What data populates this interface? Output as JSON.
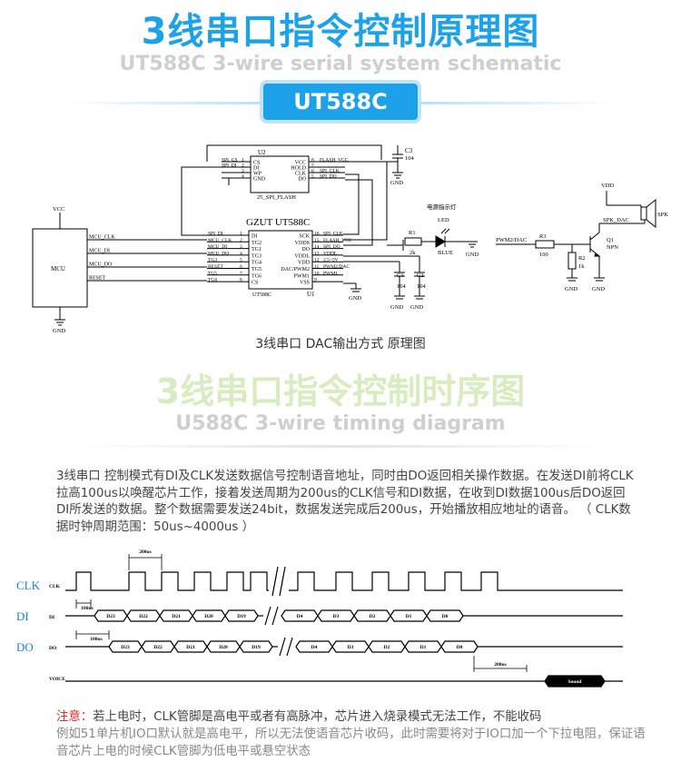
{
  "header": {
    "title": "3线串口指令控制原理图",
    "subtitle": "UT588C 3-wire serial system schematic",
    "chip_badge": "UT588C"
  },
  "schematic": {
    "caption": "3线串口 DAC输出方式 原理图",
    "flash": {
      "ref": "U2",
      "name": "25_SPI_FLASH",
      "left_pins": [
        {
          "num": "1",
          "name": "CS",
          "net": "SPI_CS"
        },
        {
          "num": "2",
          "name": "DI",
          "net": "SPI_DI"
        },
        {
          "num": "3",
          "name": "WP",
          "net": ""
        },
        {
          "num": "4",
          "name": "GND",
          "net": ""
        }
      ],
      "right_pins": [
        {
          "num": "8",
          "name": "VCC",
          "net": "FLASH_VCC"
        },
        {
          "num": "7",
          "name": "HOLD",
          "net": ""
        },
        {
          "num": "6",
          "name": "CLK",
          "net": "SPI_CLK"
        },
        {
          "num": "5",
          "name": "DO",
          "net": "SPI_DO"
        }
      ]
    },
    "main_chip": {
      "ref": "U1",
      "title": "GZUT UT588C",
      "bottom_label": "UT588C",
      "left_pins": [
        {
          "num": "1",
          "name": "DI",
          "net": "SPI_DI"
        },
        {
          "num": "2",
          "name": "TG2",
          "net": "MCU_CLK"
        },
        {
          "num": "3",
          "name": "TG1",
          "net": "MCU_DI"
        },
        {
          "num": "4",
          "name": "TG3",
          "net": "MCU_DO"
        },
        {
          "num": "5",
          "name": "TG4",
          "net": "TG3"
        },
        {
          "num": "6",
          "name": "TG5",
          "net": "RESET"
        },
        {
          "num": "7",
          "name": "TG6",
          "net": "TG5"
        },
        {
          "num": "8",
          "name": "CS",
          "net": "TG6"
        }
      ],
      "right_pins": [
        {
          "num": "16",
          "name": "SCK",
          "net": "SPI_CLK"
        },
        {
          "num": "15",
          "name": "VDDS",
          "net": "FLASH_VCC"
        },
        {
          "num": "14",
          "name": "DO",
          "net": "SPI_DO"
        },
        {
          "num": "13",
          "name": "VDDL",
          "net": "VDDL"
        },
        {
          "num": "12",
          "name": "VDD",
          "net": "2.5~5V"
        },
        {
          "num": "11",
          "name": "DAC/PWM2",
          "net": "PWM2/DAC"
        },
        {
          "num": "10",
          "name": "PWM1",
          "net": "PWM1"
        },
        {
          "num": "9",
          "name": "VSS",
          "net": ""
        }
      ]
    },
    "mcu": {
      "name": "MCU",
      "vcc": "VCC",
      "gnd": "GND",
      "nets": [
        "MCU_CLK",
        "MCU_DI",
        "MCU_DO",
        "RESET"
      ]
    },
    "c3": {
      "ref": "C3",
      "value": "104"
    },
    "c1": {
      "ref": "C1",
      "value": "104"
    },
    "c2": {
      "ref": "C2",
      "value": "104"
    },
    "led": {
      "title": "电源指示灯",
      "ref": "LED",
      "r_ref": "R1",
      "r_val": "2k",
      "color": "BLUE"
    },
    "amp": {
      "vdd": "VDD",
      "spk": "SPK",
      "spk_net": "SPK_DAC",
      "net": "PWM2/DAC",
      "r3": "R3",
      "r3_val": "100",
      "r2": "R2",
      "r2_val": "1k",
      "q": "Q1",
      "q_type": "NPN"
    },
    "gnd_label": "GND"
  },
  "timing": {
    "title": "3线串口指令控制时序图",
    "subtitle": "U588C 3-wire timing diagram",
    "description": "3线串口 控制模式有DI及CLK发送数据信号控制语音地址，同时由DO返回相关操作数据。在发送DI前将CLK拉高100us以唤醒芯片工作，接着发送周期为200us的CLK信号和DI数据，在收到DI数据100us后DO返回DI所发送的数据。整个数据需要发送24bit，数据发送完成后200us，开始播放相应地址的语音。 （ CLK数据时钟周期范围：50us~4000us ）",
    "signal_labels": [
      "CLK",
      "DI",
      "DO"
    ],
    "trace_labels": [
      "CLK",
      "DI",
      "DO",
      "VOICE"
    ],
    "period_label": "200us",
    "delay_label": "100us",
    "voice_delay_label": "200us",
    "voice_box": "Sound",
    "bits_first": [
      "D23",
      "D22",
      "D21",
      "D20",
      "D19"
    ],
    "bits_last": [
      "D4",
      "D3",
      "D2",
      "D1",
      "D0"
    ]
  },
  "note": {
    "highlight": "注意：",
    "line1": "若上电时，CLK管脚是高电平或者有高脉冲，芯片进入烧录模式无法工作，不能收码",
    "line2": "例如51单片机IO口默认就是高电平，所以无法使语音芯片收码，此时需要将对于IO口加一个下拉电阻，保证语音芯片上电的时候CLK管脚为低电平或悬空状态"
  },
  "colors": {
    "accent": "#1da1e8",
    "label_blue": "#1e7fd2",
    "warn": "#e03030"
  }
}
